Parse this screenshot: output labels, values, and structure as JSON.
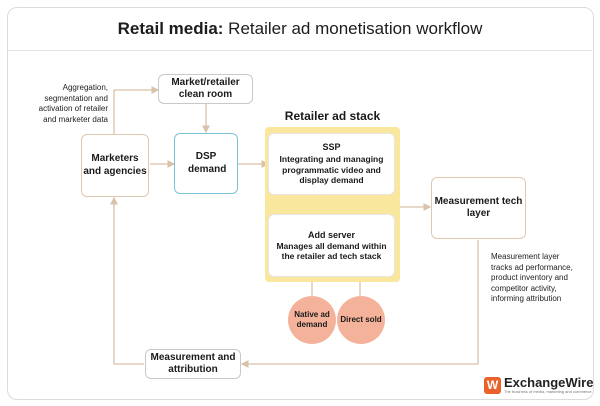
{
  "title": {
    "bold": "Retail media:",
    "rest": " Retailer ad monetisation workflow"
  },
  "nodes": {
    "marketers": "Marketers and agencies",
    "clean_room": "Market/retailer clean room",
    "dsp": "DSP demand",
    "stack_title": "Retailer ad stack",
    "ssp_title": "SSP",
    "ssp_desc": "Integrating and managing programmatic video and display demand",
    "ad_server_title": "Add server",
    "ad_server_desc": "Manages all demand within the retailer ad tech stack",
    "measurement_tech": "Measurement tech layer",
    "native": "Native ad demand",
    "direct": "Direct sold",
    "measurement_attr": "Measurement and attribution"
  },
  "notes": {
    "left": "Aggregation, segmentation and activation of retailer and marketer data",
    "right": "Measurement layer tracks ad performance, product inventory and competitor activity, informing attribution"
  },
  "brand": {
    "name": "ExchangeWire",
    "tagline": "The business of media, marketing and commerce",
    "logo_letter": "W"
  },
  "colors": {
    "stack_fill": "#f8e79c",
    "circle_fill": "#f5b29a",
    "dsp_border": "#7ac3d9",
    "box_border": "#e0c8b0",
    "brand": "#e8622c"
  }
}
